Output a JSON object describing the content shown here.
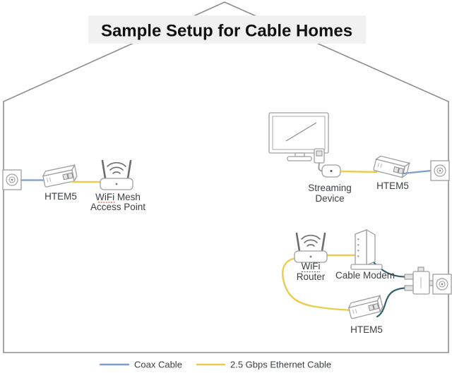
{
  "title": "Sample Setup for Cable Homes",
  "legend": {
    "coax_label": "Coax Cable",
    "ethernet_label": "2.5 Gbps Ethernet Cable"
  },
  "devices": {
    "left_htem5": "HTEM5",
    "mesh_ap_line1": "WiFi Mesh",
    "mesh_ap_line2": "Access Point",
    "streaming_line1": "Streaming",
    "streaming_line2": "Device",
    "top_right_htem5": "HTEM5",
    "router_line1": "WiFi",
    "router_line2": "Router",
    "cable_modem": "Cable Modem",
    "bottom_htem5": "HTEM5"
  },
  "colors": {
    "coax": "#7d9fc5",
    "coax_dark": "#33606b",
    "ethernet": "#e8cd52",
    "outline": "#8d8d8d",
    "banner_bg": "#f1f1f2",
    "spellcheck_red": "#d93025"
  }
}
